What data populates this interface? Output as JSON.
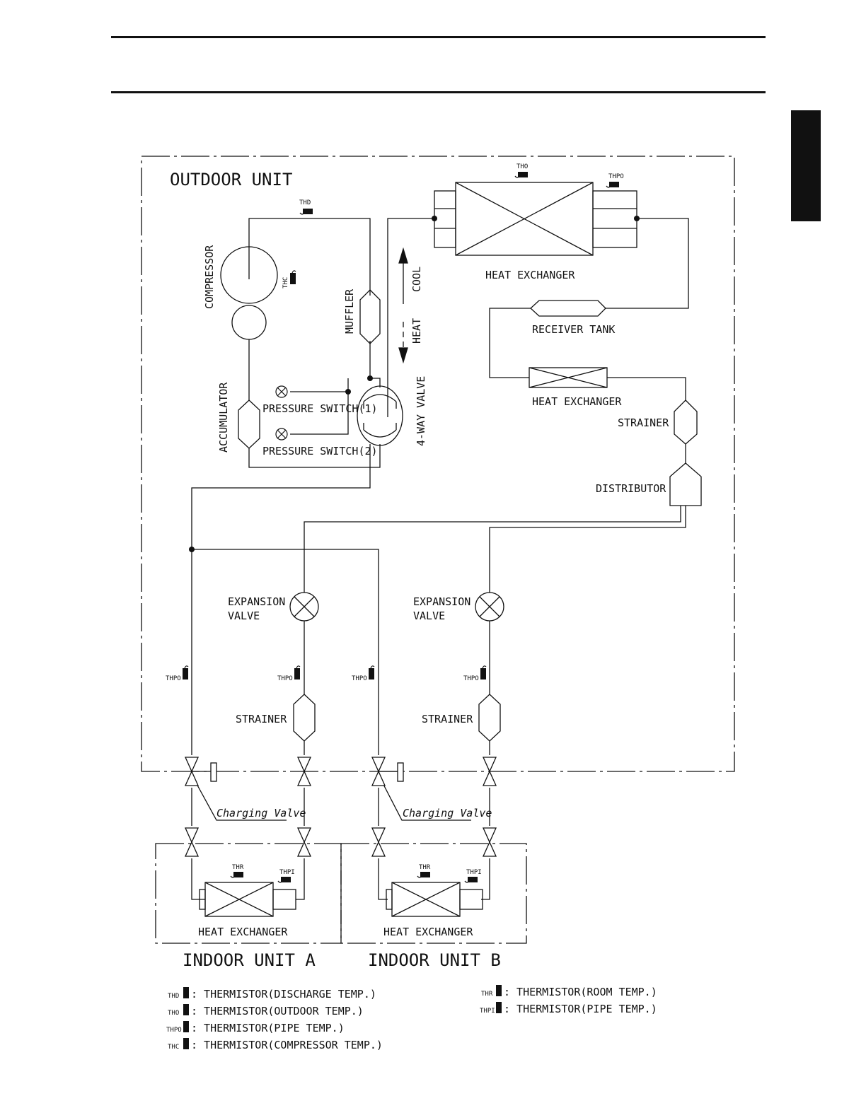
{
  "labels": {
    "outdoor_unit": "OUTDOOR UNIT",
    "indoor_unit_a": "INDOOR UNIT A",
    "indoor_unit_b": "INDOOR UNIT B",
    "compressor": "COMPRESSOR",
    "accumulator": "ACCUMULATOR",
    "muffler": "MUFFLER",
    "four_way_valve": "4-WAY VALVE",
    "cool": "COOL",
    "heat": "HEAT",
    "pressure_switch_1": "PRESSURE SWITCH(1)",
    "pressure_switch_2": "PRESSURE SWITCH(2)",
    "heat_exchanger": "HEAT EXCHANGER",
    "receiver_tank": "RECEIVER TANK",
    "strainer": "STRAINER",
    "distributor": "DISTRIBUTOR",
    "expansion_valve_line1": "EXPANSION",
    "expansion_valve_line2": "VALVE",
    "charging_valve": "Charging Valve"
  },
  "tags": {
    "th_d": "THD",
    "th_o": "THO",
    "th_po": "THPO",
    "th_c": "THC",
    "th_r": "THR",
    "th_pi": "THPI"
  },
  "legend": {
    "left": [
      {
        "tag": "THD",
        "text": ": THERMISTOR(DISCHARGE TEMP.)"
      },
      {
        "tag": "THO",
        "text": ": THERMISTOR(OUTDOOR TEMP.)"
      },
      {
        "tag": "THPO",
        "text": ": THERMISTOR(PIPE TEMP.)"
      },
      {
        "tag": "THC",
        "text": ": THERMISTOR(COMPRESSOR TEMP.)"
      }
    ],
    "right": [
      {
        "tag": "THR",
        "text": ": THERMISTOR(ROOM TEMP.)"
      },
      {
        "tag": "THPI",
        "text": ": THERMISTOR(PIPE TEMP.)"
      }
    ]
  }
}
